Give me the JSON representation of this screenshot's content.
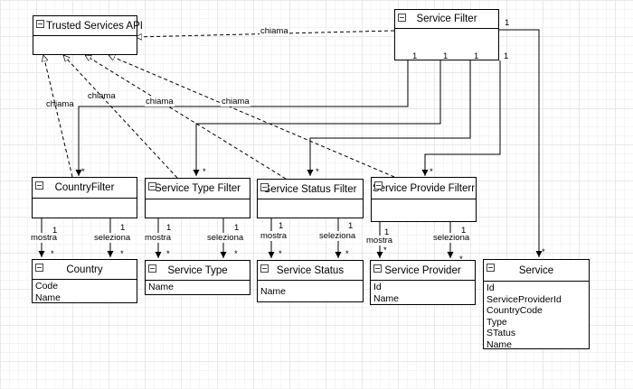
{
  "classes": {
    "trusted_api": {
      "name": "Trusted Services API",
      "attributes": []
    },
    "service_filter": {
      "name": "Service Filter",
      "attributes": []
    },
    "country_filter": {
      "name": "CountryFilter",
      "attributes": []
    },
    "service_type_filter": {
      "name": "Service Type Filter",
      "attributes": []
    },
    "service_status_filter": {
      "name": "Service Status Filter",
      "attributes": []
    },
    "service_provide_filterr": {
      "name": "Service Provide Filterr",
      "attributes": []
    },
    "country": {
      "name": "Country",
      "attributes": [
        "Code",
        "Name"
      ]
    },
    "service_type": {
      "name": "Service Type",
      "attributes": [
        "Name"
      ]
    },
    "service_status": {
      "name": "Service Status",
      "attributes": [
        "Name"
      ]
    },
    "service_provider": {
      "name": "Service Provider",
      "attributes": [
        "Id",
        "Name"
      ]
    },
    "service": {
      "name": "Service",
      "attributes": [
        "Id",
        "ServiceProviderId",
        "CountryCode",
        "Type",
        "STatus",
        "Name"
      ]
    }
  },
  "labels": {
    "chiama": "chiama",
    "mostra": "mostra",
    "seleziona": "seleziona",
    "one": "1",
    "many": "*"
  }
}
